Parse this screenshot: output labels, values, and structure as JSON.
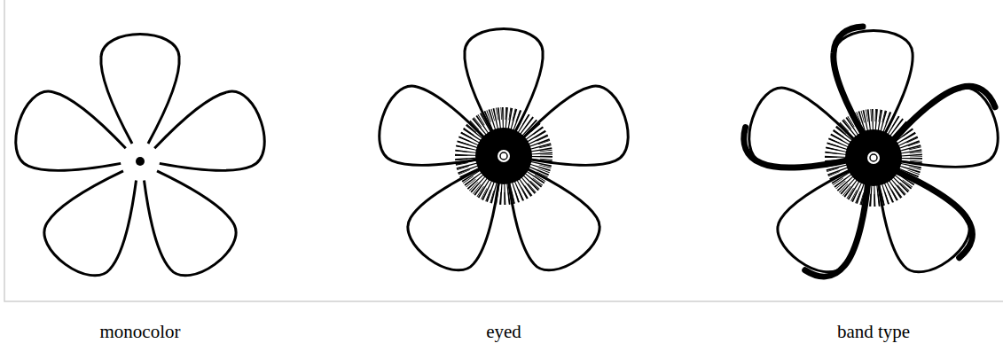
{
  "diagram": {
    "labels": [
      "monocolor",
      "eyed",
      "band type"
    ]
  }
}
